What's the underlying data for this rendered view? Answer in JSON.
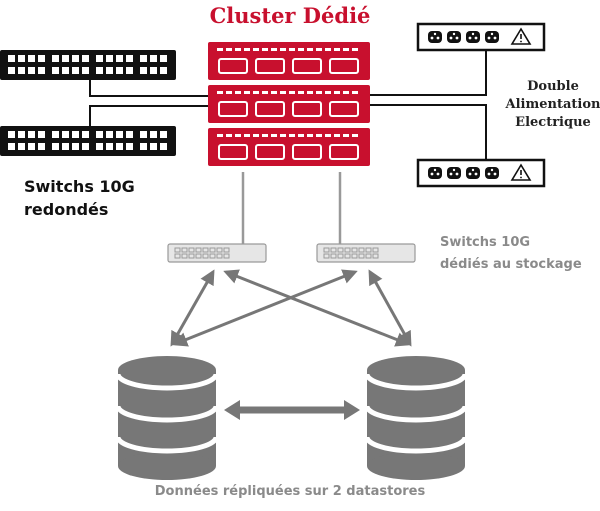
{
  "title": "Cluster Dédié",
  "labels": {
    "switches_10g_line1": "Switchs 10G",
    "switches_10g_line2": "redondés",
    "power_line1": "Double",
    "power_line2": "Alimentation",
    "power_line3": "Electrique",
    "storage_switch_line1": "Switchs 10G",
    "storage_switch_line2": "dédiés au stockage",
    "replication": "Données répliquées sur 2 datastores"
  },
  "colors": {
    "server_red": "#c8102e",
    "title_red": "#c8102e",
    "switch_black": "#111111",
    "line_gray": "#777777",
    "storage_gray": "#777777",
    "storage_switch_fill": "#e6e6e6",
    "label_gray": "#8a8a8a"
  },
  "icons": {
    "server_units": 3,
    "core_switches": 2,
    "power_units": 2,
    "power_sockets_per_unit": 4,
    "storage_switches": 2,
    "datastores": 2,
    "warning_icon": "⚠"
  }
}
